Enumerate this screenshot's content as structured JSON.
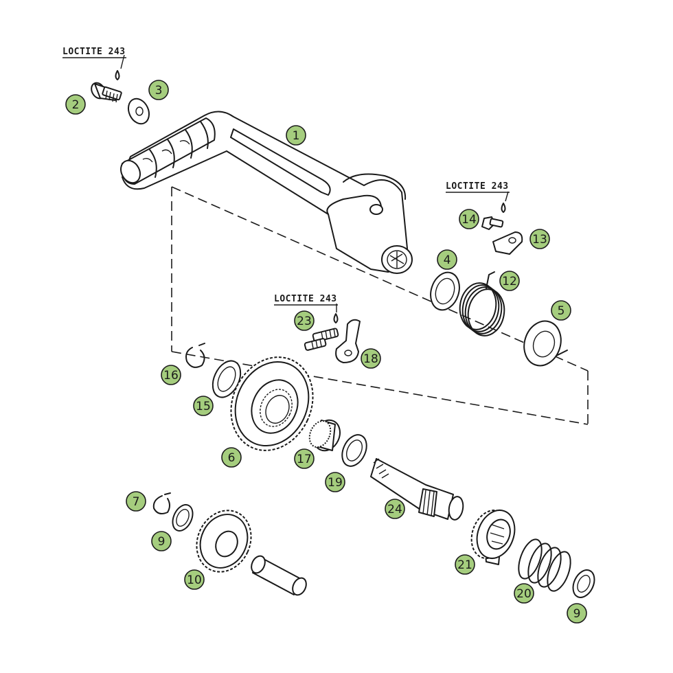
{
  "loctite_labels": [
    {
      "id": "loctite-a",
      "text": "LOCTITE 243"
    },
    {
      "id": "loctite-b",
      "text": "LOCTITE 243"
    },
    {
      "id": "loctite-c",
      "text": "LOCTITE 243"
    }
  ],
  "callouts": [
    {
      "id": "c1",
      "label": "1"
    },
    {
      "id": "c2",
      "label": "2"
    },
    {
      "id": "c3",
      "label": "3"
    },
    {
      "id": "c4",
      "label": "4"
    },
    {
      "id": "c5",
      "label": "5"
    },
    {
      "id": "c6",
      "label": "6"
    },
    {
      "id": "c7",
      "label": "7"
    },
    {
      "id": "c9a",
      "label": "9"
    },
    {
      "id": "c9b",
      "label": "9"
    },
    {
      "id": "c10",
      "label": "10"
    },
    {
      "id": "c12",
      "label": "12"
    },
    {
      "id": "c13",
      "label": "13"
    },
    {
      "id": "c14",
      "label": "14"
    },
    {
      "id": "c15",
      "label": "15"
    },
    {
      "id": "c16",
      "label": "16"
    },
    {
      "id": "c17",
      "label": "17"
    },
    {
      "id": "c18",
      "label": "18"
    },
    {
      "id": "c19",
      "label": "19"
    },
    {
      "id": "c20",
      "label": "20"
    },
    {
      "id": "c21",
      "label": "21"
    },
    {
      "id": "c23",
      "label": "23"
    },
    {
      "id": "c24",
      "label": "24"
    }
  ],
  "colors": {
    "callout_fill": "#a5cd7e",
    "line": "#1a1a1a",
    "background": "#ffffff"
  }
}
